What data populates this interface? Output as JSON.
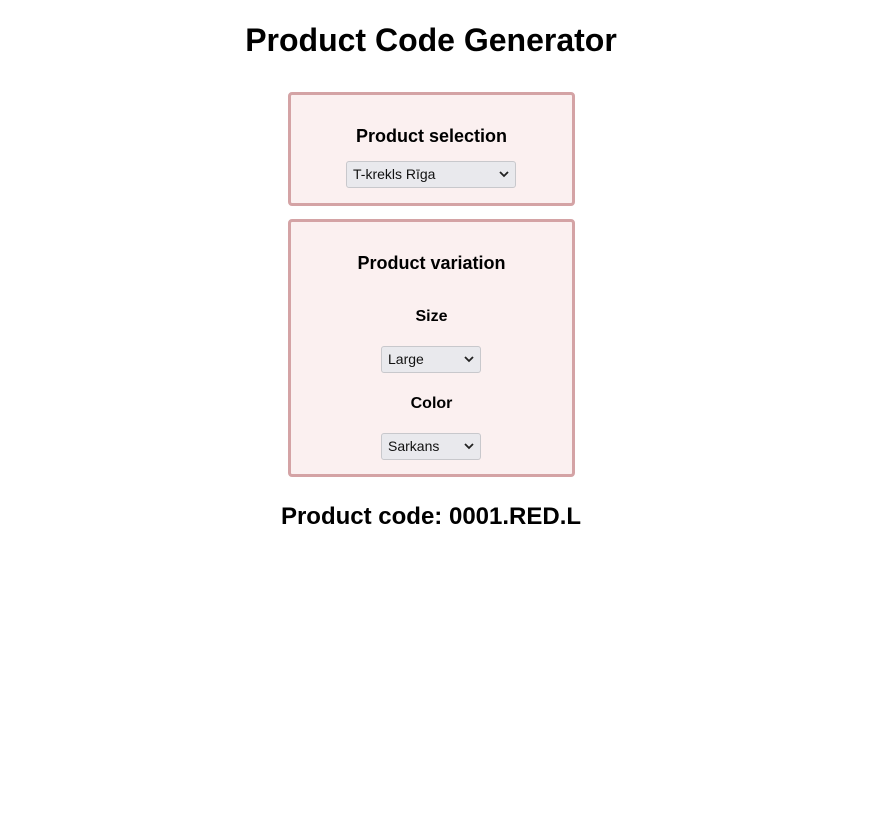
{
  "page": {
    "title": "Product Code Generator"
  },
  "selection": {
    "heading": "Product selection",
    "product_value": "T-krekls Rīga"
  },
  "variation": {
    "heading": "Product variation",
    "size_label": "Size",
    "size_value": "Large",
    "color_label": "Color",
    "color_value": "Sarkans"
  },
  "result": {
    "label": "Product code: 0001.RED.L"
  },
  "colors": {
    "panel_background": "#fbf0f0",
    "panel_border": "#d4a3a5",
    "select_background": "#e9e9ed"
  },
  "icons": {
    "dropdown": "chevron-down-icon"
  }
}
